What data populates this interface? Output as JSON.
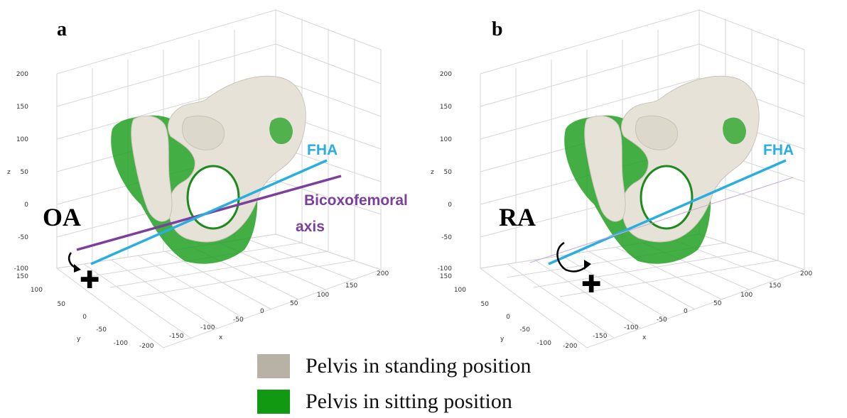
{
  "panels": [
    {
      "letter": "a",
      "condition": "OA",
      "fha_label": "FHA",
      "axis_label_line1": "Bicoxofemoral",
      "axis_label_line2": "axis",
      "z_ticks": [
        "200",
        "150",
        "100",
        "50",
        "0",
        "-50",
        "-100"
      ],
      "y_ticks": [
        "150",
        "100",
        "50",
        "0",
        "-50",
        "-100"
      ],
      "x_ticks": [
        "-200",
        "-150",
        "-100",
        "-50",
        "0",
        "50",
        "100",
        "150",
        "200"
      ],
      "z_axis_name": "z",
      "y_axis_name": "y",
      "x_axis_name": "x",
      "plus_symbol": "✚"
    },
    {
      "letter": "b",
      "condition": "RA",
      "fha_label": "FHA",
      "z_ticks": [
        "200",
        "150",
        "100",
        "50",
        "0",
        "-50",
        "-100"
      ],
      "y_ticks": [
        "150",
        "100",
        "50",
        "0",
        "-50",
        "-100"
      ],
      "x_ticks": [
        "-200",
        "-150",
        "-100",
        "-50",
        "0",
        "50",
        "100",
        "150",
        "200"
      ],
      "z_axis_name": "z",
      "y_axis_name": "y",
      "x_axis_name": "x",
      "plus_symbol": "✚"
    }
  ],
  "legend": [
    {
      "label": "Pelvis in standing position",
      "color": "#b8b1a6"
    },
    {
      "label": "Pelvis in sitting position",
      "color": "#119a11"
    }
  ],
  "colors": {
    "fha": "#29aee0",
    "bicoxofemoral": "#7b3f9c",
    "standing_bone": "#e6e2d8",
    "sitting_mesh": "#22a022"
  }
}
